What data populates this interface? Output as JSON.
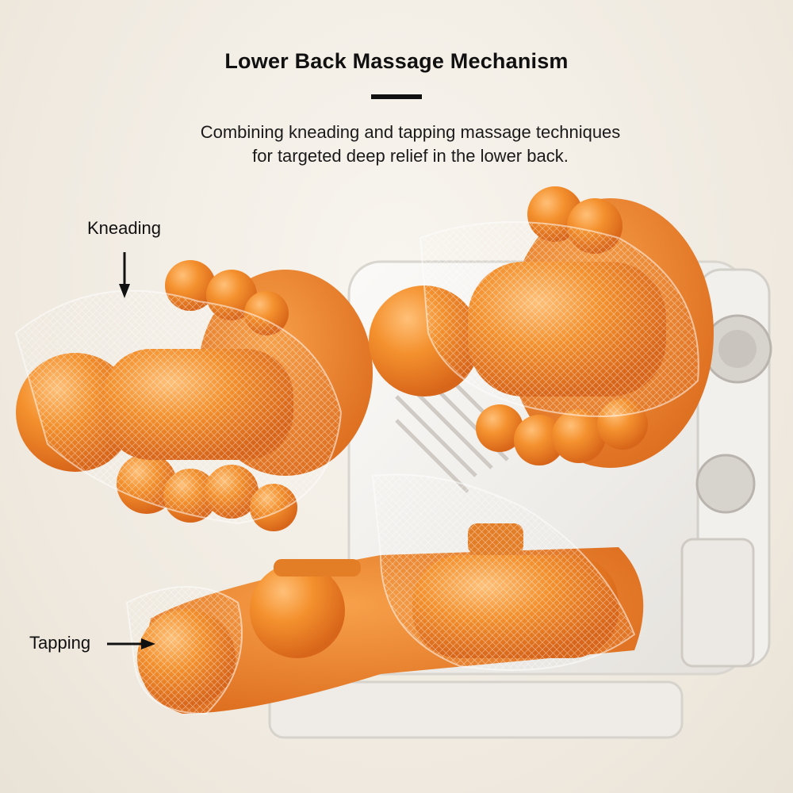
{
  "header": {
    "title": "Lower Back Massage Mechanism",
    "subtitle_line1": "Combining kneading and tapping massage techniques",
    "subtitle_line2": "for targeted deep relief in the lower back."
  },
  "callouts": {
    "kneading": "Kneading",
    "tapping": "Tapping"
  },
  "colors": {
    "background": "#f3efe8",
    "massage_node": "#f08a2a",
    "frame": "#f5f3f0"
  }
}
